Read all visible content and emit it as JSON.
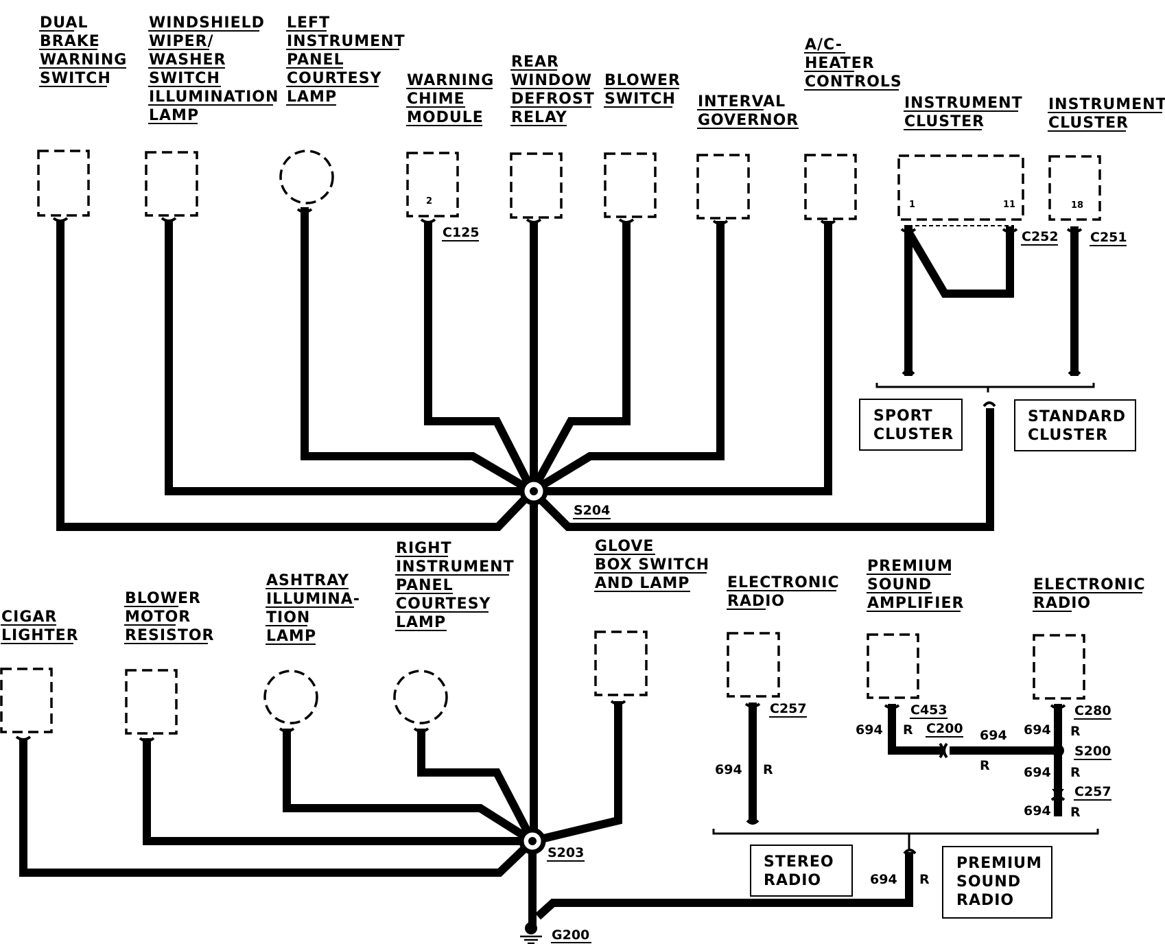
{
  "components": {
    "dual_brake": [
      "DUAL",
      "BRAKE",
      "WARNING",
      "SWITCH"
    ],
    "wiper_switch": [
      "WINDSHIELD",
      "WIPER/",
      "WASHER",
      "SWITCH",
      "ILLUMINATION",
      "LAMP"
    ],
    "left_courtesy": [
      "LEFT",
      "INSTRUMENT",
      "PANEL",
      "COURTESY",
      "LAMP"
    ],
    "warning_chime": [
      "WARNING",
      "CHIME",
      "MODULE"
    ],
    "rear_defrost": [
      "REAR",
      "WINDOW",
      "DEFROST",
      "RELAY"
    ],
    "blower_switch": [
      "BLOWER",
      "SWITCH"
    ],
    "interval_governor": [
      "INTERVAL",
      "GOVERNOR"
    ],
    "ac_heater": [
      "A/C-",
      "HEATER",
      "CONTROLS"
    ],
    "instrument_cluster_1": [
      "INSTRUMENT",
      "CLUSTER"
    ],
    "instrument_cluster_2": [
      "INSTRUMENT",
      "CLUSTER"
    ],
    "cigar_lighter": [
      "CIGAR",
      "LIGHTER"
    ],
    "blower_resistor": [
      "BLOWER",
      "MOTOR",
      "RESISTOR"
    ],
    "ashtray": [
      "ASHTRAY",
      "ILLUMINA-",
      "TION",
      "LAMP"
    ],
    "right_courtesy": [
      "RIGHT",
      "INSTRUMENT",
      "PANEL",
      "COURTESY",
      "LAMP"
    ],
    "glove_box": [
      "GLOVE",
      "BOX SWITCH",
      "AND LAMP"
    ],
    "electronic_radio_1": [
      "ELECTRONIC",
      "RADIO"
    ],
    "premium_amp": [
      "PREMIUM",
      "SOUND",
      "AMPLIFIER"
    ],
    "electronic_radio_2": [
      "ELECTRONIC",
      "RADIO"
    ]
  },
  "options": {
    "sport_cluster": [
      "SPORT",
      "CLUSTER"
    ],
    "standard_cluster": [
      "STANDARD",
      "CLUSTER"
    ],
    "stereo_radio": [
      "STEREO",
      "RADIO"
    ],
    "premium_sound_radio": [
      "PREMIUM",
      "SOUND",
      "RADIO"
    ]
  },
  "connectors": {
    "c125": "C125",
    "c252": "C252",
    "c251": "C251",
    "c257_left": "C257",
    "c453": "C453",
    "c200": "C200",
    "c280": "C280",
    "s200": "S200",
    "c257_right": "C257"
  },
  "splices": {
    "s204": "S204",
    "s203": "S203",
    "g200": "G200"
  },
  "pins": {
    "chime": "2",
    "cluster_left": "1",
    "cluster_right": "11",
    "cluster_std": "18"
  },
  "wires": {
    "radio1_num": "694",
    "radio1_color": "R",
    "amp_num": "694",
    "amp_color": "R",
    "c200_num": "694",
    "c200_color": "R",
    "c280_num": "694",
    "c280_color": "R",
    "s200_num": "694",
    "s200_color": "R",
    "c257_num": "694",
    "c257_color": "R",
    "bottom_num": "694",
    "bottom_color": "R"
  }
}
